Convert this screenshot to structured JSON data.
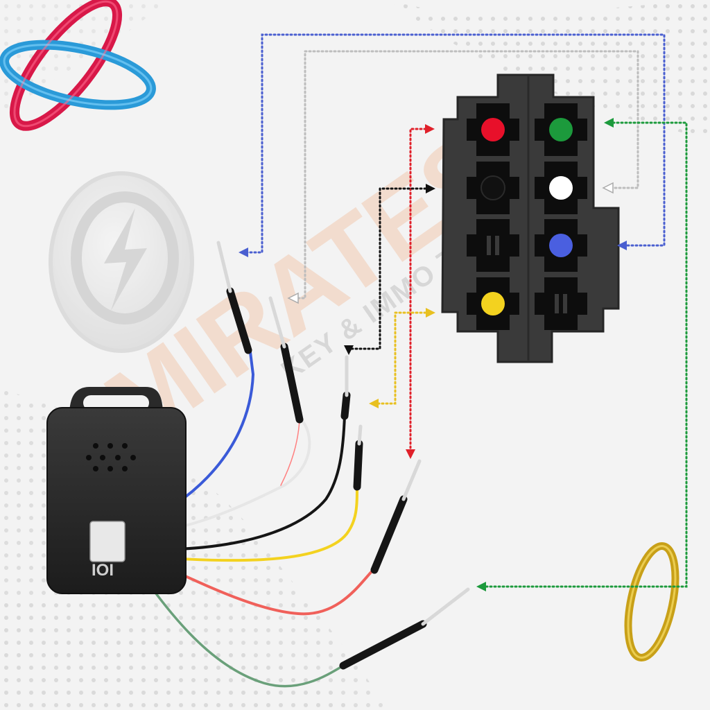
{
  "watermark": {
    "brand": "EMIRATES",
    "tagline": "KEY & IMMO TOOLS"
  },
  "module": {
    "badge": "IOI"
  },
  "colors": {
    "red": "#e8102a",
    "green": "#1c9a3c",
    "black": "#111111",
    "white": "#ffffff",
    "blue": "#4a5fe0",
    "yellow": "#f3d21f",
    "ring_red": "#d81848",
    "ring_blue": "#2a9ad8",
    "ring_gold": "#c8a018"
  },
  "connector": {
    "pins": [
      {
        "row": 1,
        "col": 1,
        "color": "red"
      },
      {
        "row": 1,
        "col": 2,
        "color": "green"
      },
      {
        "row": 2,
        "col": 1,
        "color": "black"
      },
      {
        "row": 2,
        "col": 2,
        "color": "white"
      },
      {
        "row": 3,
        "col": 1,
        "color": "empty"
      },
      {
        "row": 3,
        "col": 2,
        "color": "blue"
      },
      {
        "row": 4,
        "col": 1,
        "color": "yellow"
      },
      {
        "row": 4,
        "col": 2,
        "color": "empty"
      }
    ]
  },
  "wires": [
    "blue",
    "white",
    "black",
    "yellow",
    "red",
    "green"
  ]
}
